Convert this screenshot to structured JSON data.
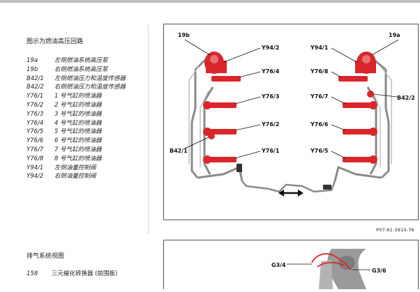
{
  "section1": {
    "title": "图示为燃油高压回路",
    "legend": [
      {
        "code": "19a",
        "desc": "左侧燃油系统高压泵"
      },
      {
        "code": "19b",
        "desc": "右侧燃油系统高压泵"
      },
      {
        "code": "B42/1",
        "desc": "左侧燃油压力和温度传感器"
      },
      {
        "code": "B42/2",
        "desc": "右侧燃油压力和温度传感器"
      },
      {
        "code": "Y76/1",
        "desc": "1 号气缸的喷油器"
      },
      {
        "code": "Y76/2",
        "desc": "2 号气缸的喷油器"
      },
      {
        "code": "Y76/3",
        "desc": "3 号气缸的喷油器"
      },
      {
        "code": "Y76/4",
        "desc": "4 号气缸的喷油器"
      },
      {
        "code": "Y76/5",
        "desc": "5 号气缸的喷油器"
      },
      {
        "code": "Y76/6",
        "desc": "6 号气缸的喷油器"
      },
      {
        "code": "Y76/7",
        "desc": "7 号气缸的喷油器"
      },
      {
        "code": "Y76/8",
        "desc": "8 号气缸的喷油器"
      },
      {
        "code": "Y94/1",
        "desc": "左侧油量控制阀"
      },
      {
        "code": "Y94/2",
        "desc": "右侧油量控制阀"
      }
    ],
    "figure": {
      "labels": {
        "p19b": "19b",
        "p19a": "19a",
        "y94_2": "Y94/2",
        "y94_1": "Y94/1",
        "y76_4": "Y76/4",
        "y76_8": "Y76/8",
        "y76_3": "Y76/3",
        "y76_7": "Y76/7",
        "y76_2": "Y76/2",
        "y76_6": "Y76/6",
        "y76_1": "Y76/1",
        "y76_5": "Y76/5",
        "b42_1": "B42/1",
        "b42_2": "B42/2"
      },
      "code": "P07.61-3910-76"
    }
  },
  "section2": {
    "title": "排气系统视图",
    "row": {
      "code": "158",
      "desc": "三元催化转换器 (前围板)"
    },
    "figure": {
      "labels": {
        "g3_4": "G3/4",
        "g3_6": "G3/6"
      }
    }
  },
  "colors": {
    "accent": "#d9262b",
    "outline": "#555555",
    "line": "#7a7a7a"
  }
}
